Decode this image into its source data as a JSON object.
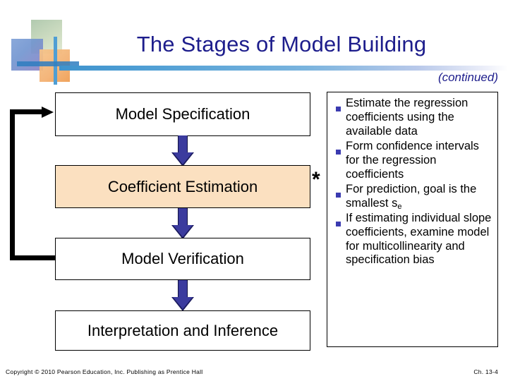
{
  "slide": {
    "title": "The Stages of Model Building",
    "subtitle": "(continued)",
    "accent_title_color": "#1d1d8c",
    "rule_color": "#4e9ed4"
  },
  "flowchart": {
    "boxes": [
      {
        "label": "Model Specification",
        "highlighted": false
      },
      {
        "label": "Coefficient Estimation",
        "highlighted": true,
        "highlight_color": "#fbe0c0"
      },
      {
        "label": "Model Verification",
        "highlighted": false
      },
      {
        "label": "Interpretation and Inference",
        "highlighted": false
      }
    ],
    "arrow_color": "#3b3b9e",
    "feedback_loop_color": "#000000",
    "marker": "*"
  },
  "details": {
    "bullet_color": "#3b3bb0",
    "items": [
      {
        "text": "Estimate the regression coefficients using the available data"
      },
      {
        "text": "Form confidence intervals for the regression coefficients"
      },
      {
        "text": "For prediction, goal is the smallest s",
        "sub": "e"
      },
      {
        "text": "If estimating individual slope coefficients, examine model for multicollinearity and specification bias"
      }
    ]
  },
  "footer": {
    "copyright": "Copyright © 2010 Pearson Education, Inc. Publishing as Prentice Hall",
    "page": "Ch. 13-4"
  }
}
